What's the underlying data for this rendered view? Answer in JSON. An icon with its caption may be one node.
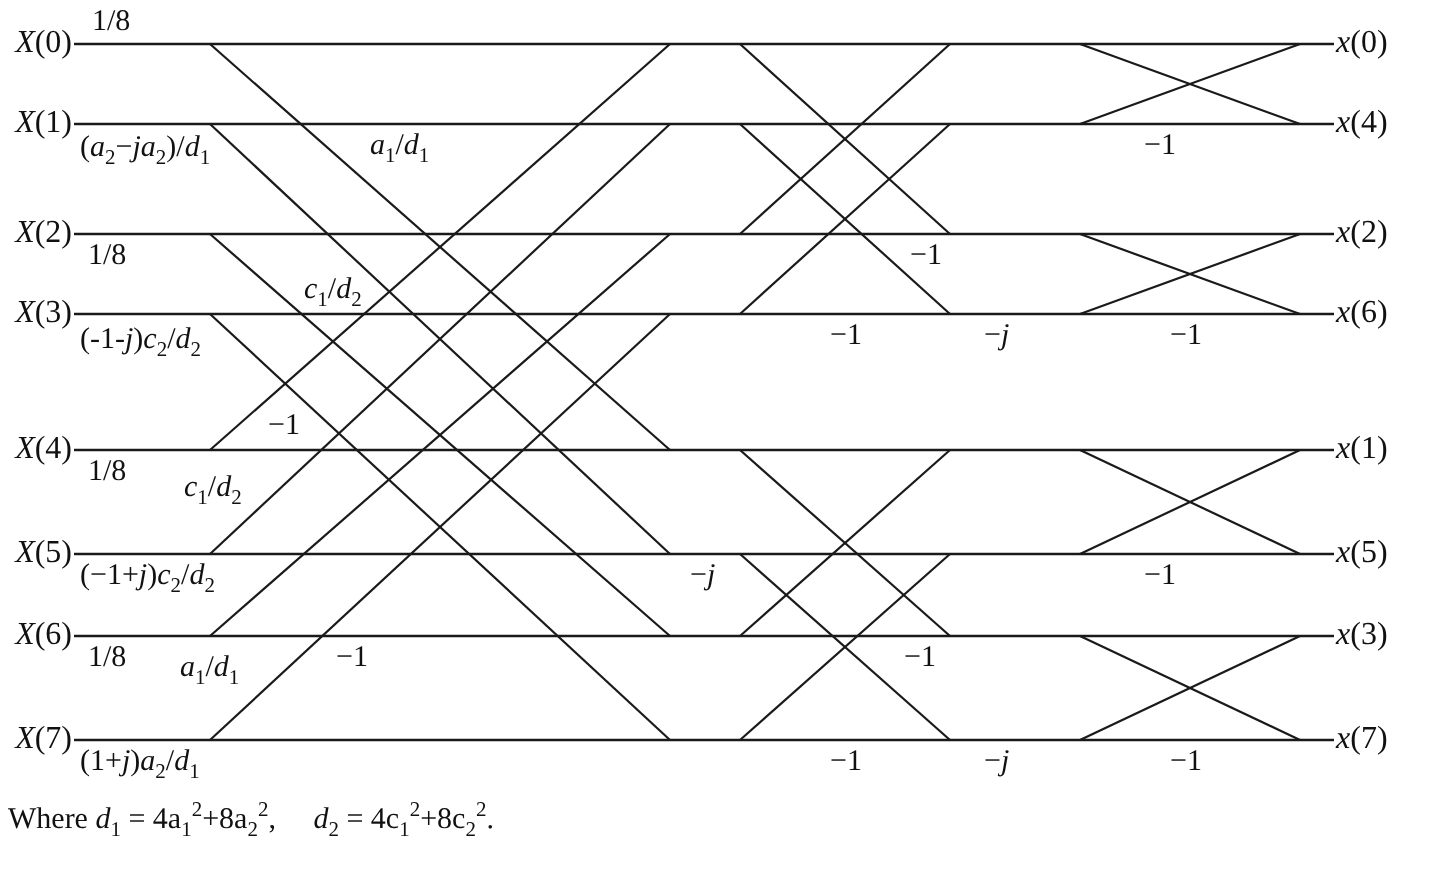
{
  "diagram": {
    "caption": "Where *d*$_{1}$ = 4a$_{1}$$^{2}$+8a$_{2}$$^{2}$,     *d*$_{2}$ = 4c$_{1}$$^{2}$+8c$_{2}$$^{2}$.",
    "nodes": [
      {
        "text": [
          "*X*(0)"
        ]
      },
      {
        "text": [
          "*x*(0)"
        ]
      },
      {
        "text": [
          "*X*(1)"
        ]
      },
      {
        "text": [
          "*x*(4)"
        ]
      },
      {
        "text": [
          "*X*(2)"
        ]
      },
      {
        "text": [
          "*x*(2)"
        ]
      },
      {
        "text": [
          "*X*(3)"
        ]
      },
      {
        "text": [
          "*x*(6)"
        ]
      },
      {
        "text": [
          "*X*(4)"
        ]
      },
      {
        "text": [
          "*x*(1)"
        ]
      },
      {
        "text": [
          "*X*(5)"
        ]
      },
      {
        "text": [
          "*x*(5)"
        ]
      },
      {
        "text": [
          "*X*(6)"
        ]
      },
      {
        "text": [
          "*x*(3)"
        ]
      },
      {
        "text": [
          "*X*(7)"
        ]
      },
      {
        "text": [
          "*x*(7)"
        ]
      }
    ],
    "edges": [
      {
        "from": 0,
        "to": 1,
        "arrow": "none"
      },
      {
        "from": 2,
        "to": 3,
        "arrow": "none"
      },
      {
        "from": 4,
        "to": 5,
        "arrow": "none"
      },
      {
        "from": 6,
        "to": 7,
        "arrow": "none"
      },
      {
        "from": 8,
        "to": 9,
        "arrow": "none"
      },
      {
        "from": 10,
        "to": 11,
        "arrow": "none"
      },
      {
        "from": 12,
        "to": 13,
        "arrow": "none"
      },
      {
        "from": 14,
        "to": 15,
        "arrow": "none"
      }
    ],
    "labels": [
      "1/8",
      "*a*$_{1}$/*d*$_{1}$",
      "−1",
      "(*a*$_{2}$−*ja*$_{2}$)/*d*$_{1}$",
      "1/8",
      "−1",
      "*c*$_{1}$/*d*$_{2}$",
      "−1",
      "−*j*",
      "−1",
      "(-1-*j*)*c*$_{2}$/*d*$_{2}$",
      "−1",
      "1/8",
      "*c*$_{1}$/*d*$_{2}$",
      "(−1+*j*)*c*$_{2}$/*d*$_{2}$",
      "−*j*",
      "−1",
      "1/8",
      "−1",
      "−1",
      "*a*$_{1}$/*d*$_{1}$",
      "(1+*j*)*a*$_{2}$/*d*$_{1}$",
      "−1",
      "−*j*",
      "−1"
    ]
  }
}
